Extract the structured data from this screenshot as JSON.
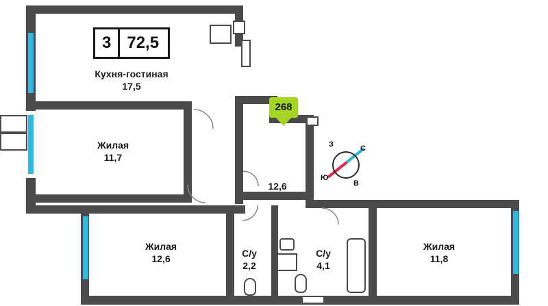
{
  "plan": {
    "badge": {
      "rooms": "3",
      "area": "72,5"
    },
    "marker": {
      "number": "268"
    },
    "compass": {
      "north": "С",
      "south": "Ю",
      "west": "З",
      "east": "В"
    },
    "rooms": [
      {
        "id": "kitchen-living",
        "name": "Кухня-гостиная",
        "area": "17,5"
      },
      {
        "id": "living-1",
        "name": "Жилая",
        "area": "11,7"
      },
      {
        "id": "living-2",
        "name": "Жилая",
        "area": "12,6"
      },
      {
        "id": "living-3",
        "name": "Жилая",
        "area": "11,8"
      },
      {
        "id": "bath-1",
        "name": "С/у",
        "area": "2,2"
      },
      {
        "id": "bath-2",
        "name": "С/у",
        "area": "4,1"
      },
      {
        "id": "hall",
        "name": "",
        "area": "12,6"
      }
    ],
    "colors": {
      "wall": "#4a4a4a",
      "window": "#2fb7e8",
      "marker": "#a4d523",
      "compass_north": "#e8254f",
      "compass_south": "#21b7d8",
      "text": "#1a1a1a"
    }
  }
}
